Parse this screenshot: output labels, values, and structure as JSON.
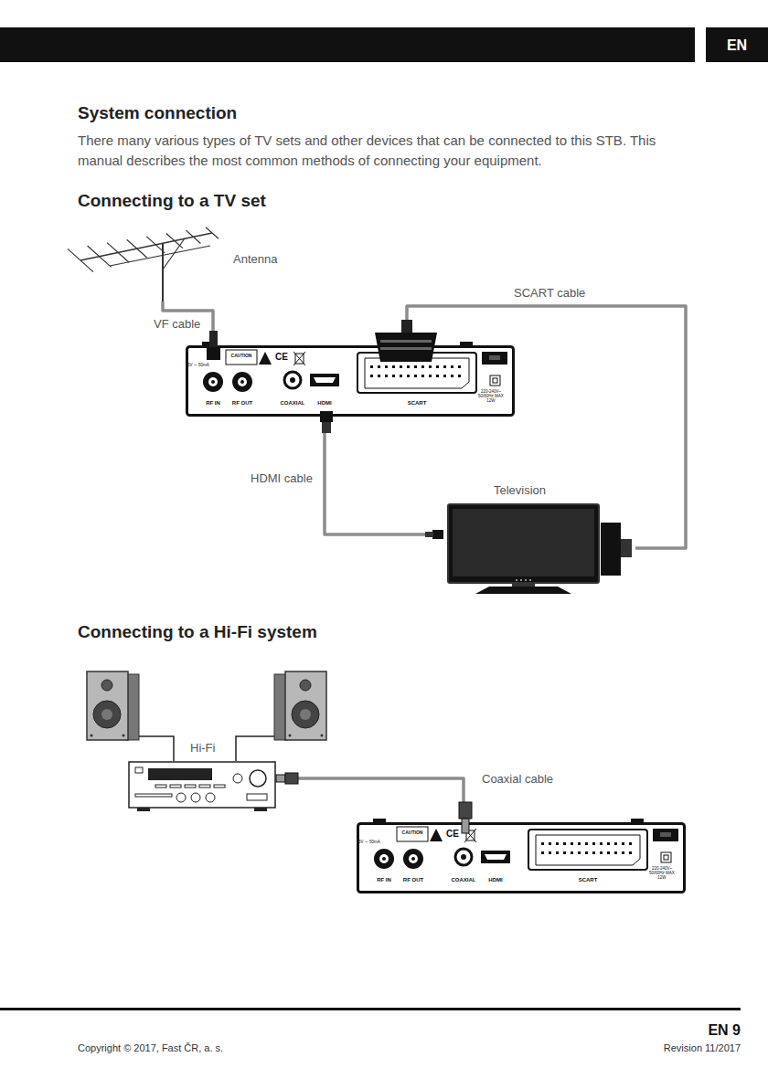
{
  "diagram": {
    "title": "System connection",
    "nodes": [
      {
        "text": [
          "Antenna"
        ]
      },
      {
        "text": [
          "CAUTION",
          "CE",
          "5V ⎓ 50mA",
          "RF IN",
          "RF OUT",
          "COAXIAL",
          "HDMI",
          "SCART",
          "220-240V~ 50/60Hz MAX 12W"
        ]
      },
      {
        "text": [
          "Television"
        ]
      },
      {
        "text": [
          "Hi-Fi"
        ]
      },
      {
        "text": [
          "CAUTION",
          "CE",
          "5V ⎓ 50mA",
          "RF IN",
          "RF OUT",
          "COAXIAL",
          "HDMI",
          "SCART",
          "220-240V~ 50/60Hz MAX 12W"
        ]
      }
    ],
    "edges": [
      {
        "from": 0,
        "to": 1,
        "label": "VF cable",
        "arrow": "none"
      },
      {
        "from": 1,
        "to": 2,
        "label": "SCART cable",
        "arrow": "none"
      },
      {
        "from": 1,
        "to": 2,
        "label": "HDMI cable",
        "arrow": "none"
      },
      {
        "from": 3,
        "to": 4,
        "label": "Coaxial cable",
        "arrow": "none"
      }
    ],
    "labels": [
      "EN",
      "There many various types of TV sets and other devices that can be connected to this STB. This manual describes the most common methods of connecting your equipment.",
      "Connecting to a TV set",
      "Connecting to a Hi-Fi system",
      "EN 9",
      "Copyright © 2017, Fast ČR, a. s.",
      "Revision 11/2017"
    ]
  }
}
